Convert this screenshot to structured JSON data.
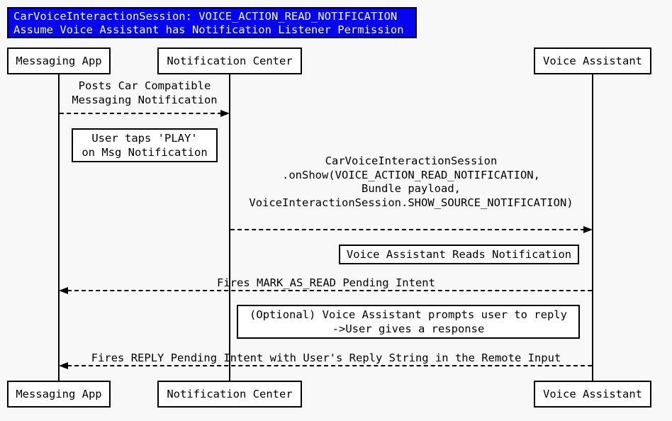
{
  "diagram_type": "sequence-diagram",
  "title": {
    "line1": "CarVoiceInteractionSession: VOICE_ACTION_READ_NOTIFICATION",
    "line2": "Assume Voice Assistant has Notification Listener Permission"
  },
  "actors": {
    "messaging_app": "Messaging App",
    "notification_center": "Notification Center",
    "voice_assistant": "Voice Assistant"
  },
  "messages": [
    {
      "from": "Messaging App",
      "to": "Notification Center",
      "style": "dashed-arrow-right",
      "lines": [
        "Posts Car Compatible",
        "Messaging Notification"
      ]
    },
    {
      "from": "Notification Center",
      "to": "Voice Assistant",
      "style": "dashed-arrow-right",
      "lines": [
        "CarVoiceInteractionSession",
        ".onShow(VOICE_ACTION_READ_NOTIFICATION,",
        "Bundle payload,",
        "VoiceInteractionSession.SHOW_SOURCE_NOTIFICATION)"
      ]
    },
    {
      "from": "Voice Assistant",
      "to": "Messaging App",
      "style": "dashed-arrow-left",
      "lines": [
        "Fires MARK_AS_READ Pending Intent"
      ]
    },
    {
      "from": "Voice Assistant",
      "to": "Messaging App",
      "style": "dashed-arrow-left",
      "lines": [
        "Fires REPLY Pending Intent with User's Reply String in the Remote Input"
      ]
    }
  ],
  "notes": [
    {
      "lines": [
        "User taps 'PLAY'",
        "on Msg Notification"
      ]
    },
    {
      "lines": [
        "Voice Assistant Reads Notification"
      ]
    },
    {
      "lines": [
        "(Optional) Voice Assistant prompts user to reply",
        "->User gives a response"
      ]
    }
  ],
  "colors": {
    "background": "#f8f8f8",
    "title_background": "#0404f0",
    "title_text": "#fcfcfc",
    "box_background": "#ffffff",
    "line": "#000000"
  }
}
